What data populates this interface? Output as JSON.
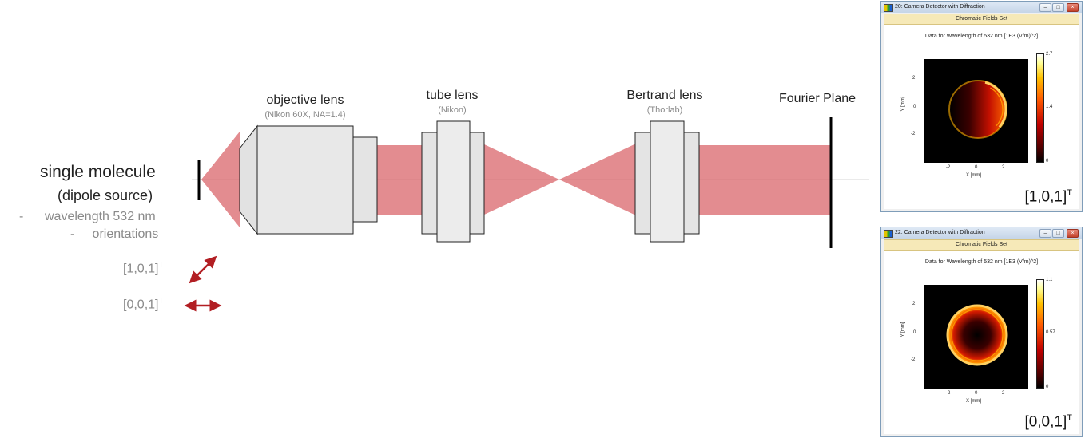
{
  "source": {
    "title": "single molecule",
    "subtitle": "(dipole source)",
    "bullet1": "-      wavelength 532 nm",
    "bullet2": "-     orientations",
    "orient1": "[1,0,1]",
    "orient2": "[0,0,1]",
    "sup": "T"
  },
  "elements": {
    "objective_name": "objective lens",
    "objective_spec": "(Nikon 60X, NA=1.4)",
    "tube_name": "tube lens",
    "tube_spec": "(Nikon)",
    "bertrand_name": "Bertrand lens",
    "bertrand_spec": "(Thorlab)",
    "fourier": "Fourier Plane"
  },
  "colors": {
    "beam": "#d9666b",
    "arrow": "#b21e23"
  },
  "windows": [
    {
      "title": "20: Camera Detector with Diffraction",
      "toolbar": "Chromatic Fields Set",
      "plot_title": "Data for Wavelength of 532 nm  [1E3 (V/m)^2]",
      "cbar_max": "2.7",
      "cbar_mid": "1.4",
      "cbar_min": "0",
      "x_ticks": [
        "-2",
        "0",
        "2"
      ],
      "y_ticks": [
        "2",
        "0",
        "-2"
      ],
      "xlabel": "X [mm]",
      "ylabel": "Y [mm]",
      "tag": "[1,0,1]",
      "tag_sup": "T",
      "pattern": "asymmetric-ring"
    },
    {
      "title": "22: Camera Detector with Diffraction",
      "toolbar": "Chromatic Fields Set",
      "plot_title": "Data for Wavelength of 532 nm  [1E3 (V/m)^2]",
      "cbar_max": "1.1",
      "cbar_mid": "0.57",
      "cbar_min": "0",
      "x_ticks": [
        "-2",
        "0",
        "2"
      ],
      "y_ticks": [
        "2",
        "0",
        "-2"
      ],
      "xlabel": "X [mm]",
      "ylabel": "Y [mm]",
      "tag": "[0,0,1]",
      "tag_sup": "T",
      "pattern": "symmetric-ring"
    }
  ]
}
